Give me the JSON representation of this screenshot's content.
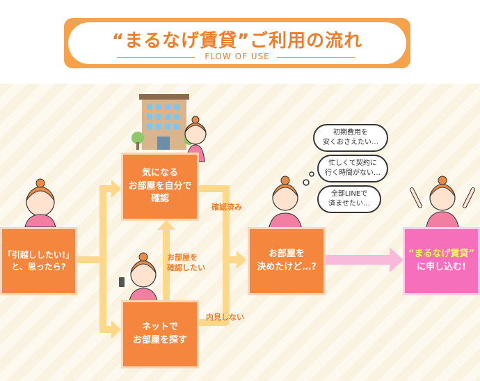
{
  "header": {
    "title": "“まるなげ賃貸”ご利用の流れ",
    "subtitle": "FLOW OF USE"
  },
  "steps": {
    "start": "「引越ししたい!」\nと、思ったら?",
    "check_room": "気になる\nお部屋を自分で\n確認",
    "search_online": "ネットで\nお部屋を探す",
    "decided": "お部屋を\n決めたけど…?",
    "apply_prefix": "“まるなげ賃貸”",
    "apply_suffix": "に申し込む!"
  },
  "labels": {
    "checked": "確認済み",
    "want_check": "お部屋を\n確認したい",
    "no_viewing": "内見しない"
  },
  "thoughts": [
    "初期費用を\n安くおさえたい…",
    "忙しくて契約に\n行く時間がない…",
    "全部LINEで\n済ませたい…"
  ],
  "colors": {
    "accent": "#f5863d",
    "arrow": "#fdd88a",
    "pink": "#f56fba",
    "pink_arrow": "#f9b9da"
  }
}
